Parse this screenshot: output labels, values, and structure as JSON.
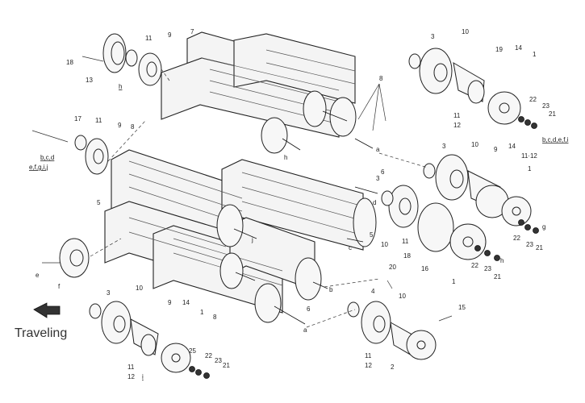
{
  "legend": {
    "traveling": "Traveling"
  },
  "labels": {
    "top_left_h": "h",
    "left_group_line1": "b,c,d",
    "left_group_line2": "e,f,g,i,j",
    "right_group": "b,c,d,e,f,i",
    "bottom_i": "i",
    "range_11_12": "11·12"
  },
  "part_numbers": [
    "1",
    "2",
    "3",
    "4",
    "5",
    "6",
    "7",
    "8",
    "9",
    "10",
    "11",
    "12",
    "13",
    "14",
    "15",
    "16",
    "17",
    "18",
    "19",
    "20",
    "21",
    "22",
    "23",
    "25",
    "a",
    "b",
    "c",
    "d",
    "e",
    "f",
    "g",
    "h",
    "i",
    "j"
  ],
  "colors": {
    "ink": "#222222",
    "paper": "#ffffff",
    "arrow": "#333333"
  }
}
